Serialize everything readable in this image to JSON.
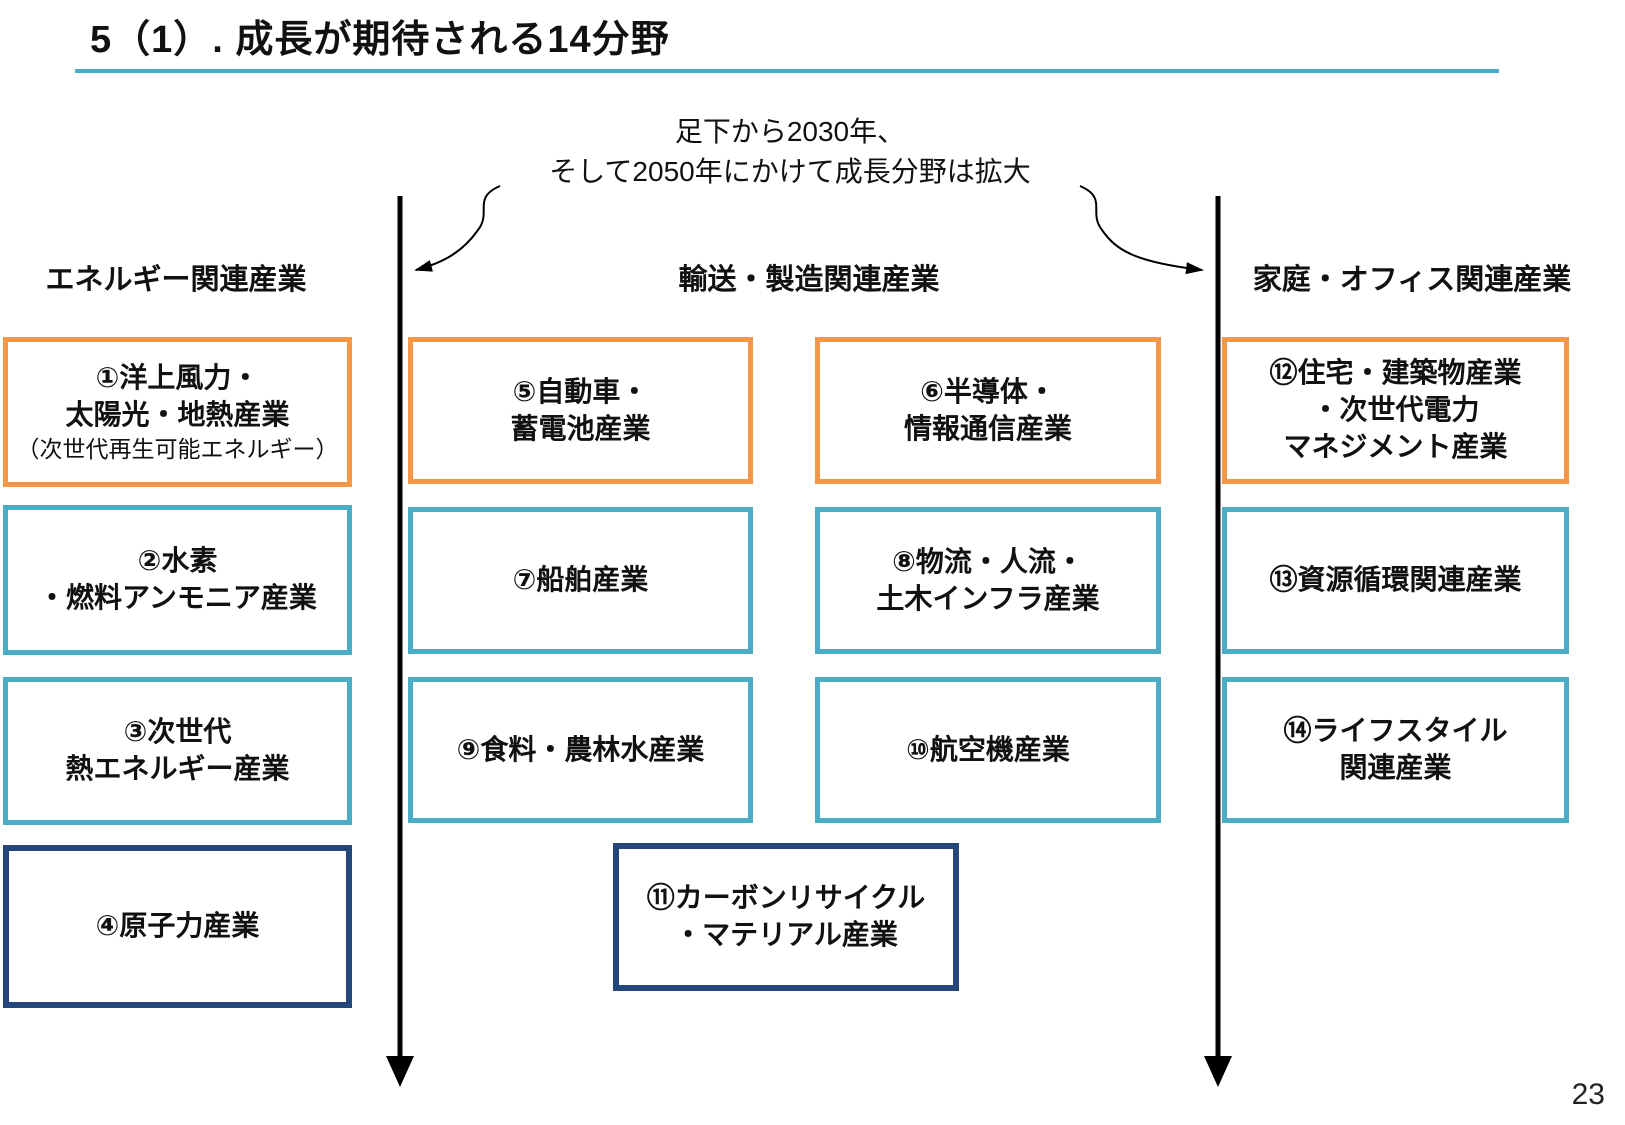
{
  "page": {
    "title": "5（1）. 成長が期待される14分野",
    "page_number": "23",
    "annotation": {
      "line1": "足下から2030年、",
      "line2": "そして2050年にかけて成長分野は拡大"
    }
  },
  "colors": {
    "orange": "#F79646",
    "teal": "#4BACC6",
    "navy": "#24477B",
    "underline": "#41AECB",
    "ink": "#111111"
  },
  "columns": [
    {
      "header": "エネルギー関連産業",
      "boxes": [
        {
          "number": "①",
          "border": "orange",
          "lines": [
            "①洋上風力・",
            "太陽光・地熱産業",
            "（次世代再生可能エネルギー）"
          ]
        },
        {
          "number": "②",
          "border": "teal",
          "lines": [
            "②水素",
            "・燃料アンモニア産業"
          ]
        },
        {
          "number": "③",
          "border": "teal",
          "lines": [
            "③次世代",
            "熱エネルギー産業"
          ]
        },
        {
          "number": "④",
          "border": "navy",
          "lines": [
            "④原子力産業"
          ]
        }
      ]
    },
    {
      "header": "輸送・製造関連産業",
      "boxes": [
        {
          "number": "⑤",
          "border": "orange",
          "lines": [
            "⑤自動車・",
            "蓄電池産業"
          ]
        },
        {
          "number": "⑥",
          "border": "orange",
          "lines": [
            "⑥半導体・",
            "情報通信産業"
          ]
        },
        {
          "number": "⑦",
          "border": "teal",
          "lines": [
            "⑦船舶産業"
          ]
        },
        {
          "number": "⑧",
          "border": "teal",
          "lines": [
            "⑧物流・人流・",
            "土木インフラ産業"
          ]
        },
        {
          "number": "⑨",
          "border": "teal",
          "lines": [
            "⑨食料・農林水産業"
          ]
        },
        {
          "number": "⑩",
          "border": "teal",
          "lines": [
            "⑩航空機産業"
          ]
        },
        {
          "number": "⑪",
          "border": "navy",
          "lines": [
            "⑪カーボンリサイクル",
            "・マテリアル産業"
          ]
        }
      ]
    },
    {
      "header": "家庭・オフィス関連産業",
      "boxes": [
        {
          "number": "⑫",
          "border": "orange",
          "lines": [
            "⑫住宅・建築物産業",
            "・次世代電力",
            "マネジメント産業"
          ]
        },
        {
          "number": "⑬",
          "border": "teal",
          "lines": [
            "⑬資源循環関連産業"
          ]
        },
        {
          "number": "⑭",
          "border": "teal",
          "lines": [
            "⑭ライフスタイル",
            "関連産業"
          ]
        }
      ]
    }
  ]
}
